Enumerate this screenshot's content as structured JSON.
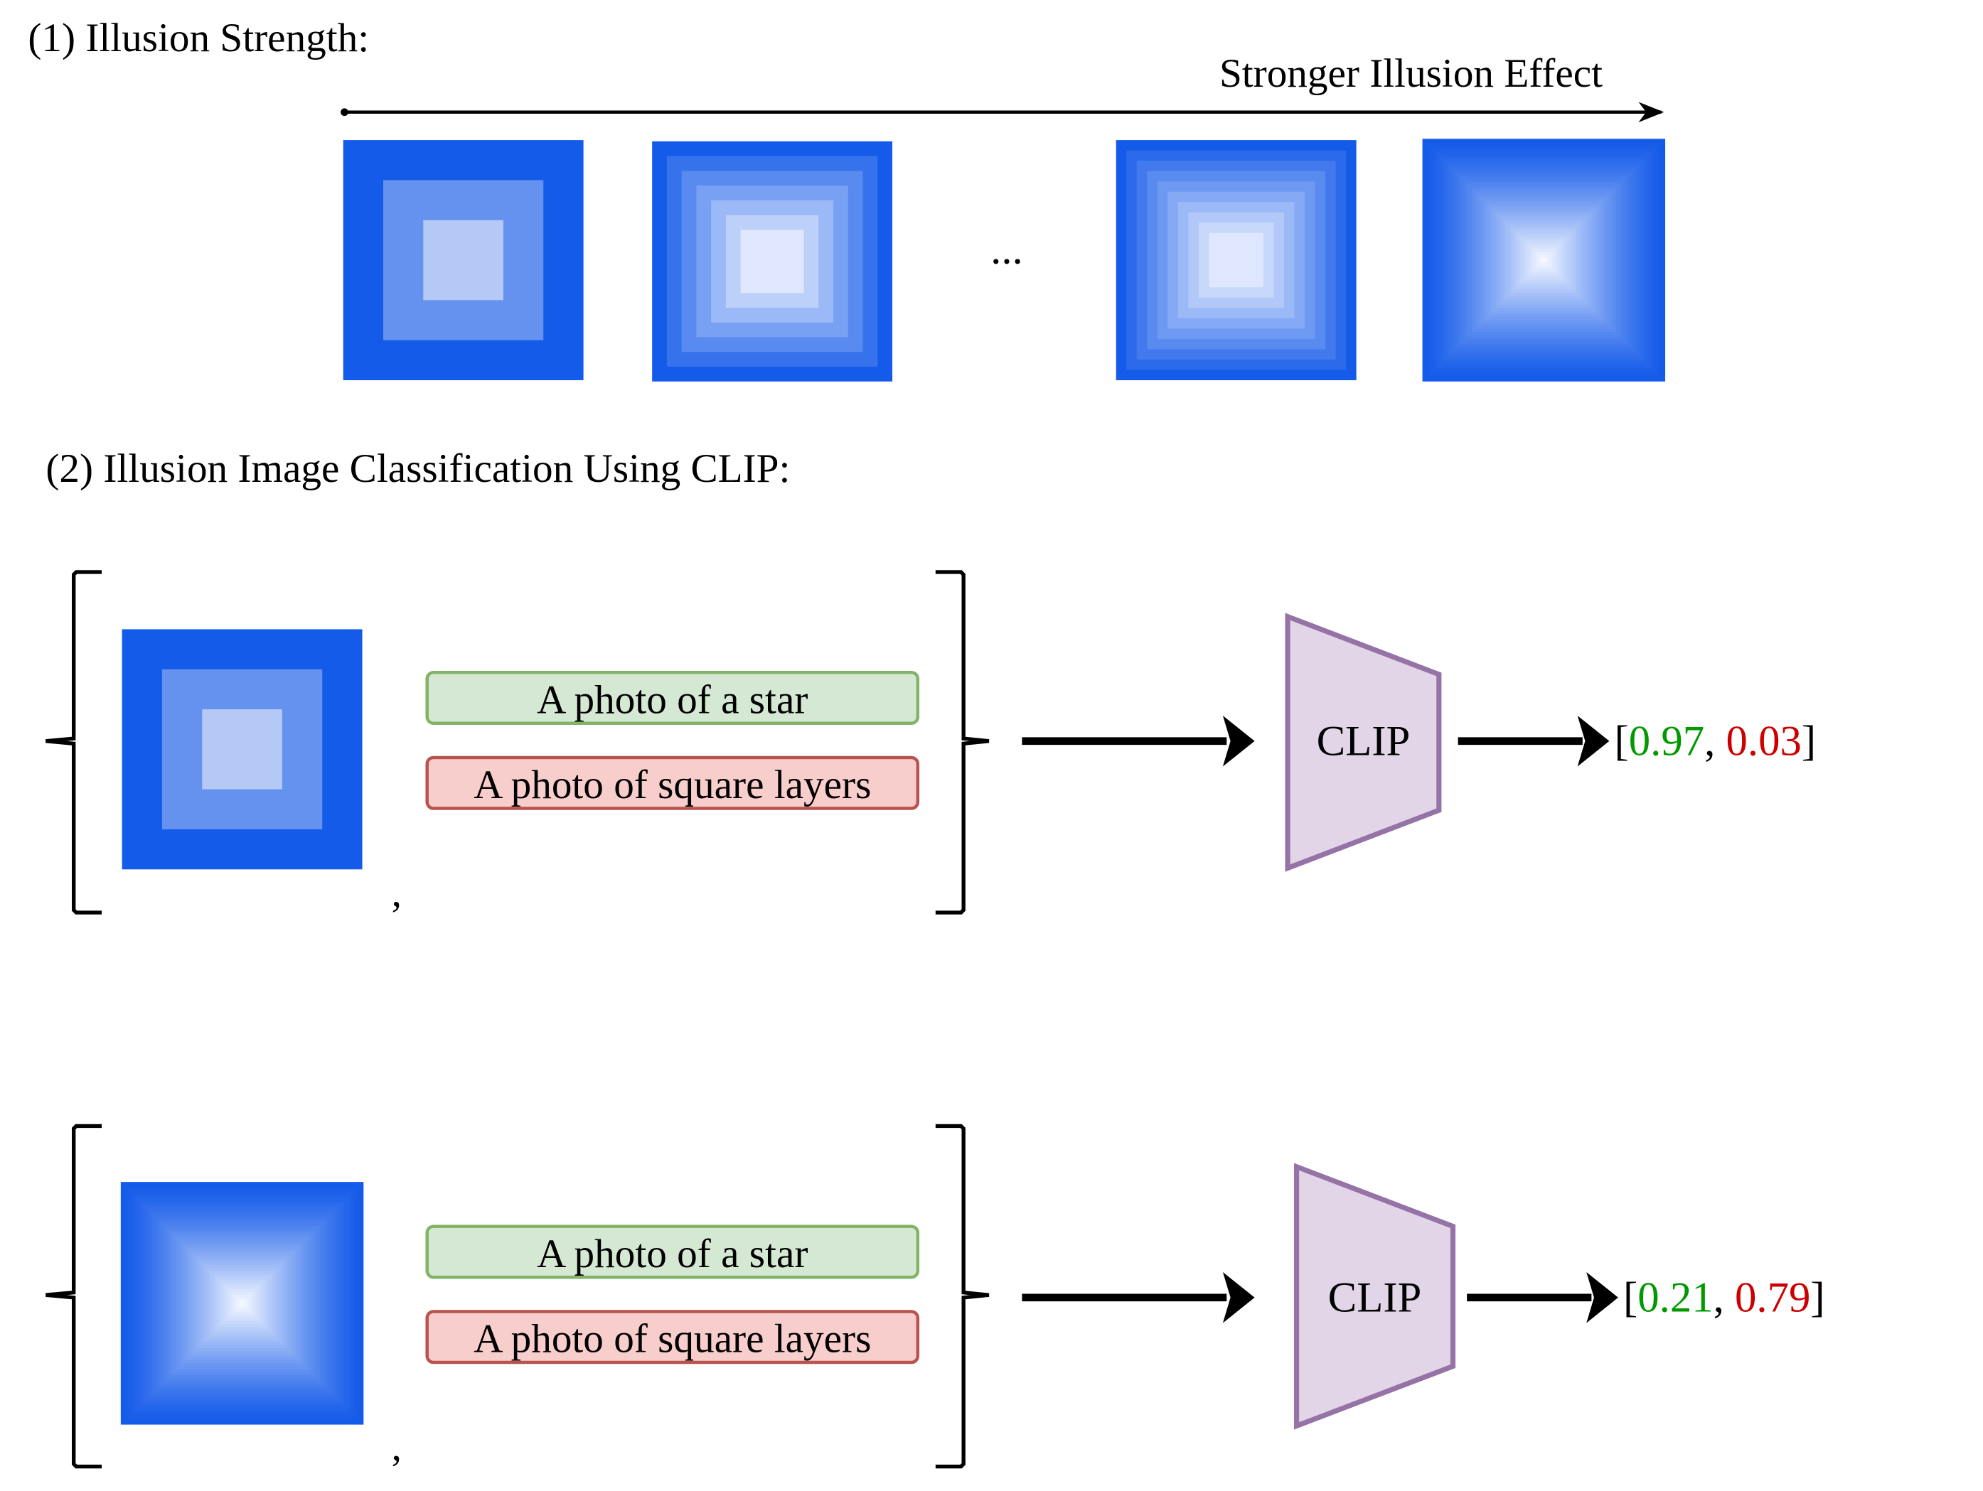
{
  "section1": {
    "title": "(1) Illusion Strength:",
    "arrow_label": "Stronger Illusion Effect",
    "ellipsis": "...",
    "illusion_levels": [
      3,
      7,
      10,
      40
    ]
  },
  "section2": {
    "title": "(2) Illusion Image Classification Using CLIP:",
    "rows": [
      {
        "illusion_layers": 3,
        "prompt_true": "A photo of a star",
        "prompt_false": "A photo of square layers",
        "comma": ",",
        "model": "CLIP",
        "open": "[",
        "score_true": "0.97",
        "sep": ", ",
        "score_false": "0.03",
        "close": "]"
      },
      {
        "illusion_layers": 40,
        "prompt_true": "A photo of a star",
        "prompt_false": "A photo of square layers",
        "comma": ",",
        "model": "CLIP",
        "open": "[",
        "score_true": "0.21",
        "sep": ", ",
        "score_false": "0.79",
        "close": "]"
      }
    ]
  },
  "colors": {
    "outer_blue": "#155be9",
    "center_white": "#f4f7ff",
    "green_fill": "#d5e8d4",
    "green_stroke": "#82b366",
    "red_fill": "#f8cecc",
    "red_stroke": "#b85450",
    "clip_fill": "#e1d5e7",
    "clip_stroke": "#9673a6",
    "score_true": "#009900",
    "score_false": "#cc0000"
  }
}
